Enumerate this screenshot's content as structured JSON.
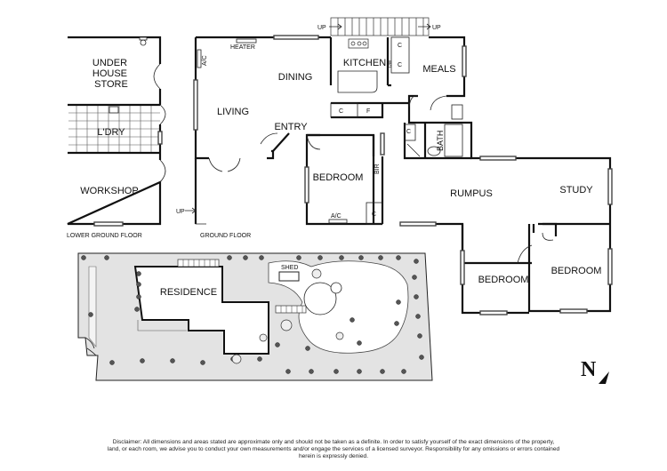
{
  "lower_ground": {
    "rooms": {
      "store": "UNDER\nHOUSE\nSTORE",
      "laundry": "L'DRY",
      "workshop": "WORKSHOP"
    },
    "caption": "LOWER GROUND FLOOR"
  },
  "ground": {
    "rooms": {
      "living": "LIVING",
      "dining": "DINING",
      "kitchen": "KITCHEN",
      "meals": "MEALS",
      "entry": "ENTRY",
      "bedroom1": "BEDROOM",
      "rumpus": "RUMPUS",
      "study": "STUDY",
      "bedroom2": "BEDROOM",
      "bedroom3": "BEDROOM",
      "bath": "BATH"
    },
    "labels": {
      "heater": "HEATER",
      "ac_living": "A/C",
      "ac_bedroom": "A/C",
      "up_top1": "UP",
      "up_top2": "UP",
      "up_left": "UP",
      "c_kitchen": "C",
      "c1": "C",
      "c2": "C",
      "f": "F",
      "c_bath": "C",
      "c_bedroom": "C",
      "bir": "BIR",
      "dw": "DW"
    },
    "caption": "GROUND FLOOR"
  },
  "site": {
    "residence": "RESIDENCE",
    "shed": "SHED"
  },
  "compass": "N",
  "disclaimer": "Disclaimer: All dimensions and areas stated are approximate only and should not be taken as a definite. In order to satisfy yourself of the exact dimensions of the property, land, or each room, we advise you to conduct your own measurements and/or engage the services of a licensed surveyor. Responsibility for any omissions or errors contained herein is expressly denied."
}
